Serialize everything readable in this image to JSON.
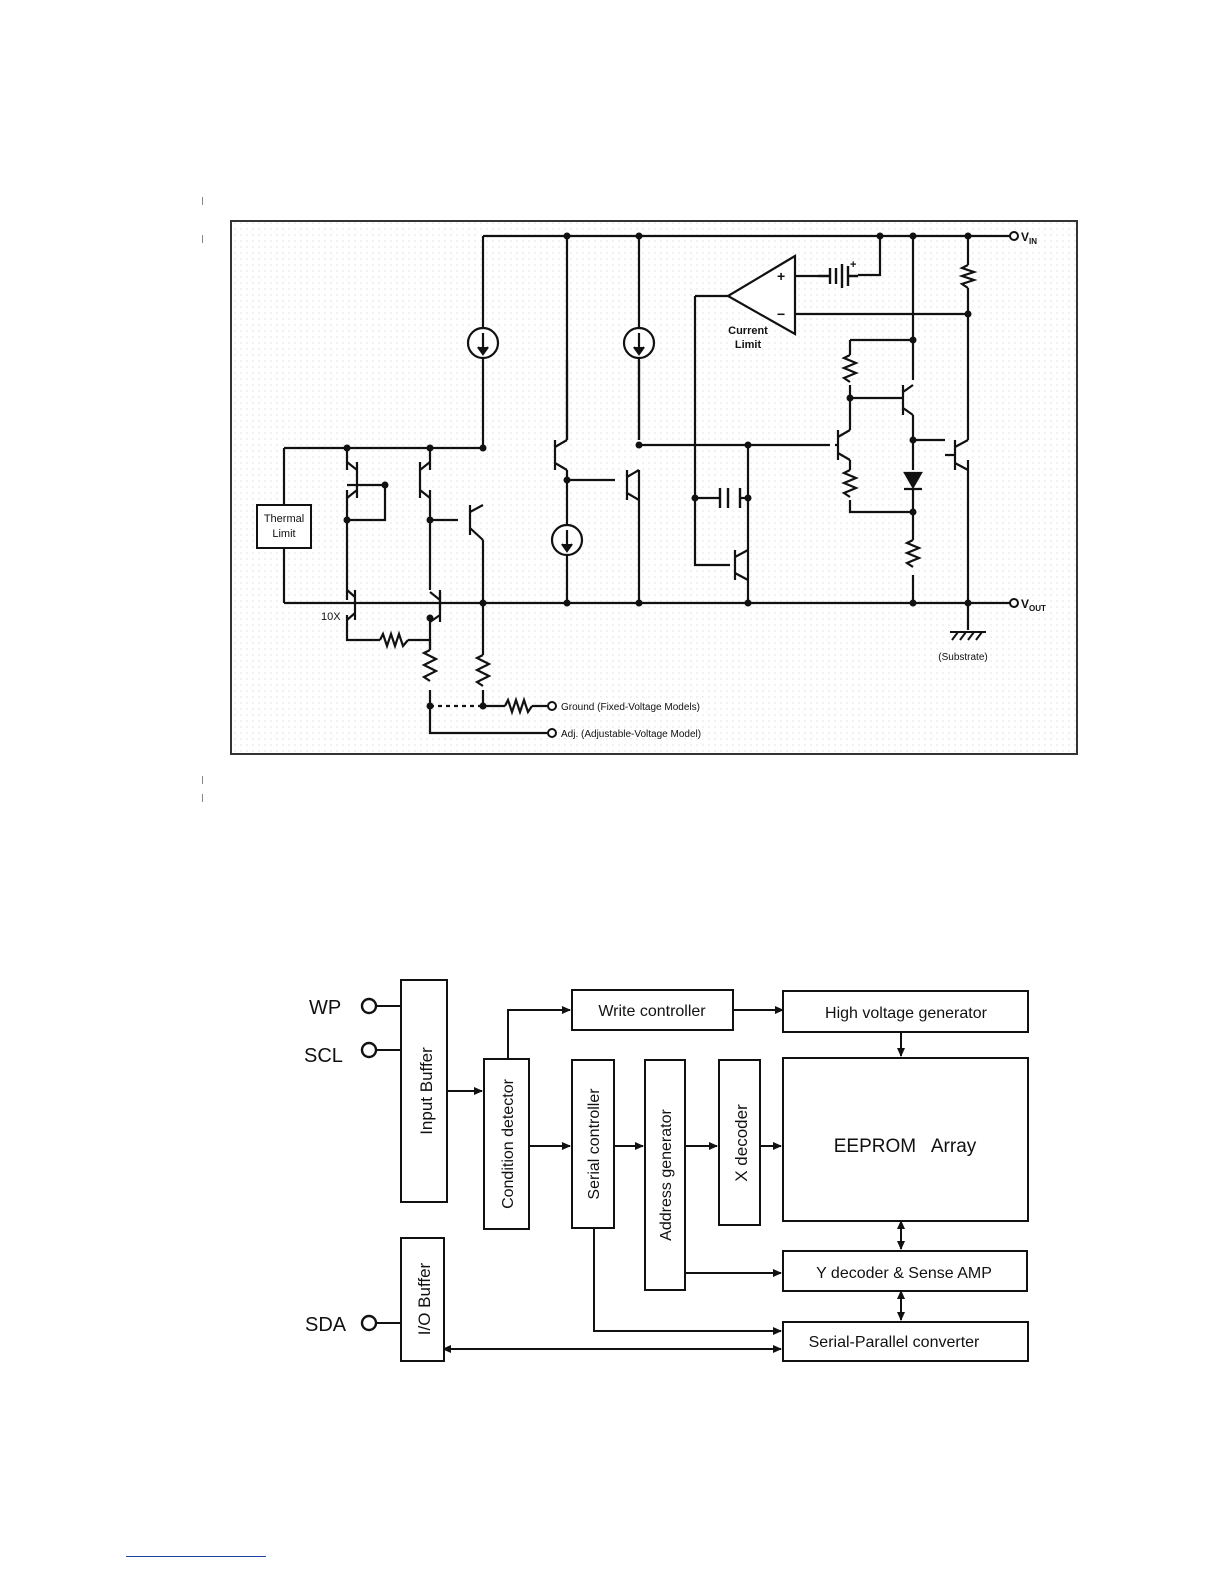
{
  "schematic": {
    "labels": {
      "vin": "V",
      "vin_sub": "IN",
      "vout": "V",
      "vout_sub": "OUT",
      "thermal_limit_line1": "Thermal",
      "thermal_limit_line2": "Limit",
      "current_limit_line1": "Current",
      "current_limit_line2": "Limit",
      "mirror_ratio": "10X",
      "substrate": "(Substrate)",
      "ground_pin": "Ground (Fixed-Voltage Models)",
      "adj_pin": "Adj. (Adjustable-Voltage Model)",
      "opamp_plus": "+",
      "opamp_minus": "−",
      "cap_plus": "+"
    }
  },
  "block_diagram": {
    "pins": {
      "wp": "WP",
      "scl": "SCL",
      "sda": "SDA"
    },
    "blocks": {
      "input_buffer": "Input Buffer",
      "io_buffer": "I/O Buffer",
      "condition_detector": "Condition detector",
      "serial_controller": "Serial controller",
      "address_generator": "Address generator",
      "x_decoder": "X decoder",
      "write_controller": "Write controller",
      "high_voltage_generator": "High voltage generator",
      "eeprom_array": "EEPROM   Array",
      "y_decoder": "Y decoder & Sense AMP",
      "serial_parallel_converter": "Serial-Parallel converter"
    }
  },
  "colors": {
    "ink": "#111111",
    "frame": "#333333",
    "grid": "#cfcfcf",
    "footnote_rule": "#1a3f9e"
  }
}
